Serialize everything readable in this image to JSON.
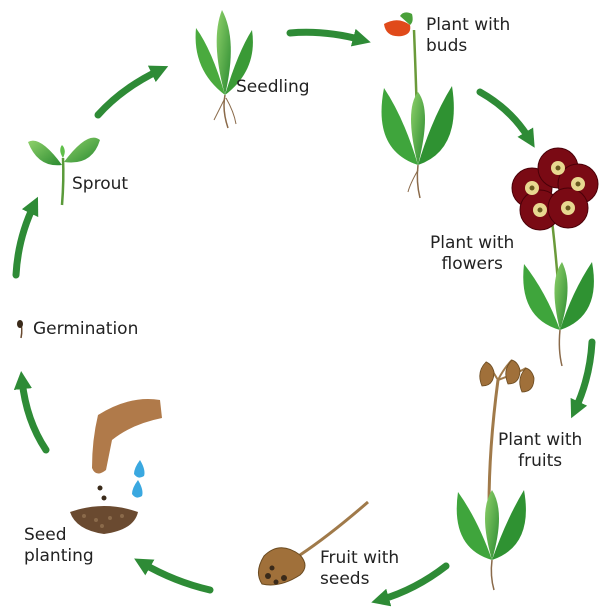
{
  "stages": [
    {
      "id": "germination",
      "label": "Germination"
    },
    {
      "id": "sprout",
      "label": "Sprout"
    },
    {
      "id": "seedling",
      "label": "Seedling"
    },
    {
      "id": "buds",
      "label": "Plant with\nbuds"
    },
    {
      "id": "flowers",
      "label": "Plant with\nflowers"
    },
    {
      "id": "fruits",
      "label": "Plant with\nfruits"
    },
    {
      "id": "fruit_seeds",
      "label": "Fruit with\nseeds"
    },
    {
      "id": "seed_planting",
      "label": "Seed\nplanting"
    }
  ],
  "colors": {
    "arrow": "#2e8b36",
    "leaf": "#3fa53c",
    "leaf_dark": "#2a7d2c",
    "leaf_light": "#8fd16a",
    "stem": "#6a8a3a",
    "root": "#8a6a4a",
    "flower": "#7a0a14",
    "flower_center": "#e8d890",
    "bud": "#e04a1a",
    "fruit": "#a0703a",
    "hand": "#b07a4a",
    "soil": "#6a4a30",
    "water": "#3aa8e0",
    "seed": "#3a2a1a"
  }
}
